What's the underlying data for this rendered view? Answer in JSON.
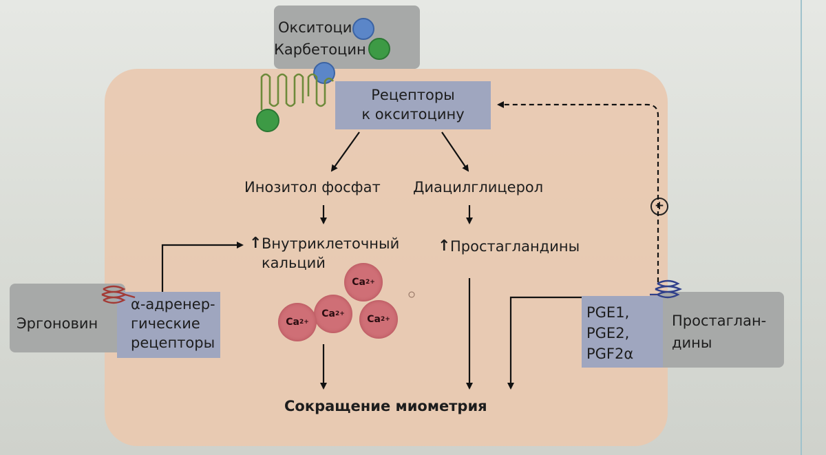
{
  "ligands": {
    "oxytocin": "Окситоцин",
    "carbetocin": "Карбетоцин"
  },
  "receptors": {
    "oxytocin_receptors_line1": "Рецепторы",
    "oxytocin_receptors_line2": "к окситоцину",
    "alpha_line1": "α-адренер-",
    "alpha_line2": "гические",
    "alpha_line3": "рецепторы"
  },
  "messengers": {
    "inositol": "Инозитол фосфат",
    "diacylglycerol": "Диацилглицерол"
  },
  "effects": {
    "calcium_line1": "Внутриклеточный",
    "calcium_line2": "кальций",
    "prostaglandins": "Простагландины"
  },
  "drugs": {
    "ergonovine": "Эргоновин",
    "prostaglandins_line1": "Простаглан-",
    "prostaglandins_line2": "дины"
  },
  "pge_list": [
    "PGE1,",
    "PGE2,",
    "PGF2α"
  ],
  "calcium_ion": {
    "symbol": "Ca",
    "charge": "2+"
  },
  "outcome": "Сокращение миометрия",
  "plus_sign": "+",
  "up_arrow": "↑",
  "colors": {
    "panel": "#e9c9b0",
    "receptor_box": "#9fa6bf",
    "drug_box": "#a7a9a8",
    "calcium": "#cf6f76",
    "oxytocin_ligand": "#5b86c8",
    "carbetocin_ligand": "#3d9a45",
    "alpha_receptor": "#a33a35",
    "prostaglandin_receptor": "#2f3f8a",
    "oxytocin_receptor": "#6d8a3a"
  }
}
